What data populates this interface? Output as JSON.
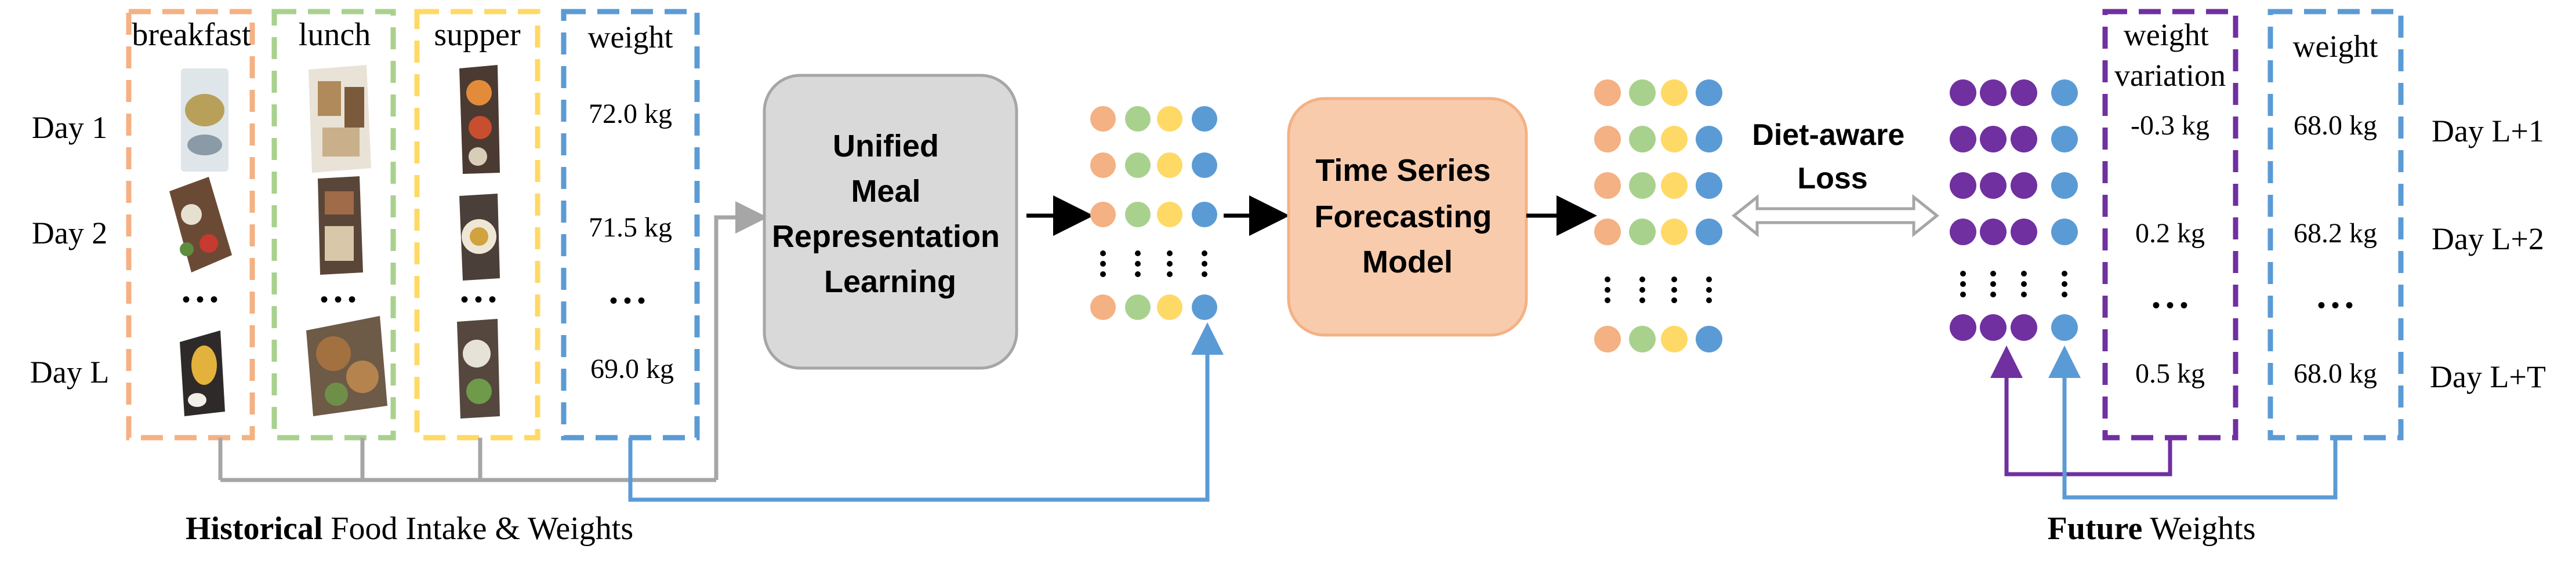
{
  "history": {
    "meal_headers": [
      "breakfast",
      "lunch",
      "supper"
    ],
    "weight_header": "weight",
    "day_labels": [
      "Day 1",
      "Day 2",
      "Day L"
    ],
    "weights": [
      "72.0 kg",
      "71.5 kg",
      "69.0 kg"
    ],
    "ellipsis": "• • •",
    "caption_bold": "Historical",
    "caption_rest": " Food Intake & Weights"
  },
  "unified_box": {
    "lines": [
      "Unified",
      "Meal",
      "Representation",
      "Learning"
    ]
  },
  "forecast_box": {
    "lines": [
      "Time Series",
      "Forecasting",
      "Model"
    ]
  },
  "loss": {
    "lines": [
      "Diet-aware",
      "Loss"
    ]
  },
  "future": {
    "variation_header": [
      "weight",
      "variation"
    ],
    "weight_header": "weight",
    "variations": [
      "-0.3 kg",
      "0.2 kg",
      "0.5 kg"
    ],
    "weights": [
      "68.0 kg",
      "68.2 kg",
      "68.0 kg"
    ],
    "day_labels": [
      "Day L+1",
      "Day L+2",
      "Day L+T"
    ],
    "ellipsis": "• • •",
    "caption_bold": "Future",
    "caption_rest": " Weights"
  },
  "colors": {
    "breakfast": "#f4b183",
    "lunch": "#a9d18e",
    "supper": "#ffd966",
    "weight": "#5b9bd5",
    "variation": "#7030a0",
    "unified_fill": "#d9d9d9",
    "unified_stroke": "#a6a6a6",
    "forecast_fill": "#f8cbad",
    "forecast_stroke": "#f4b183",
    "grey_line": "#a6a6a6"
  }
}
